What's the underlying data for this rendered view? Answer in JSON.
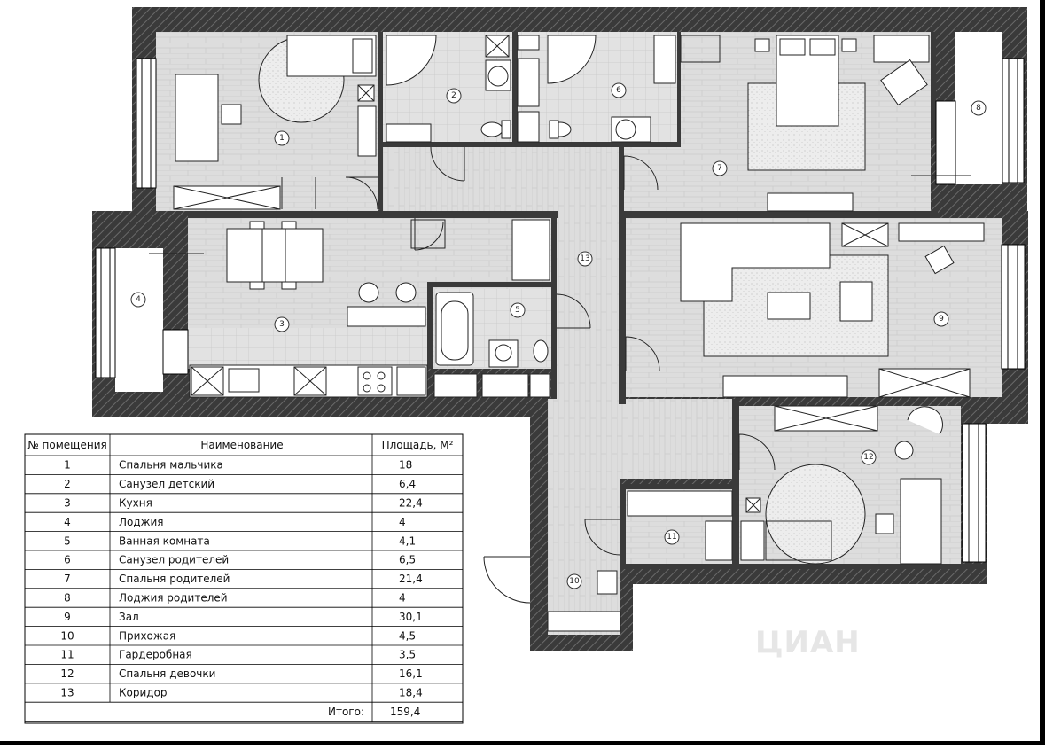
{
  "rooms": [
    {
      "no": "1"
    },
    {
      "no": "2"
    },
    {
      "no": "3"
    },
    {
      "no": "4"
    },
    {
      "no": "5"
    },
    {
      "no": "6"
    },
    {
      "no": "7"
    },
    {
      "no": "8"
    },
    {
      "no": "9"
    },
    {
      "no": "10"
    },
    {
      "no": "11"
    },
    {
      "no": "12"
    },
    {
      "no": "13"
    }
  ],
  "table": {
    "headers": [
      "№ помещения",
      "Наименование",
      "Площадь, М²"
    ],
    "rows": [
      {
        "no": "1",
        "name": "Спальня мальчика",
        "area": "18"
      },
      {
        "no": "2",
        "name": "Санузел детский",
        "area": "6,4"
      },
      {
        "no": "3",
        "name": "Кухня",
        "area": "22,4"
      },
      {
        "no": "4",
        "name": "Лоджия",
        "area": "4"
      },
      {
        "no": "5",
        "name": "Ванная комната",
        "area": "4,1"
      },
      {
        "no": "6",
        "name": "Санузел родителей",
        "area": "6,5"
      },
      {
        "no": "7",
        "name": "Спальня родителей",
        "area": "21,4"
      },
      {
        "no": "8",
        "name": "Лоджия родителей",
        "area": "4"
      },
      {
        "no": "9",
        "name": "Зал",
        "area": "30,1"
      },
      {
        "no": "10",
        "name": "Прихожая",
        "area": "4,5"
      },
      {
        "no": "11",
        "name": "Гардеробная",
        "area": "3,5"
      },
      {
        "no": "12",
        "name": "Спальня девочки",
        "area": "16,1"
      },
      {
        "no": "13",
        "name": "Коридор",
        "area": "18,4"
      }
    ],
    "total_label": "Итого:",
    "total_value": "159,4"
  },
  "watermark": "ЦИАН",
  "colors": {
    "wall": "#2f2f2f",
    "floor": "#dcdcdc",
    "tile": "#e4e4e4",
    "outline": "#000000"
  }
}
